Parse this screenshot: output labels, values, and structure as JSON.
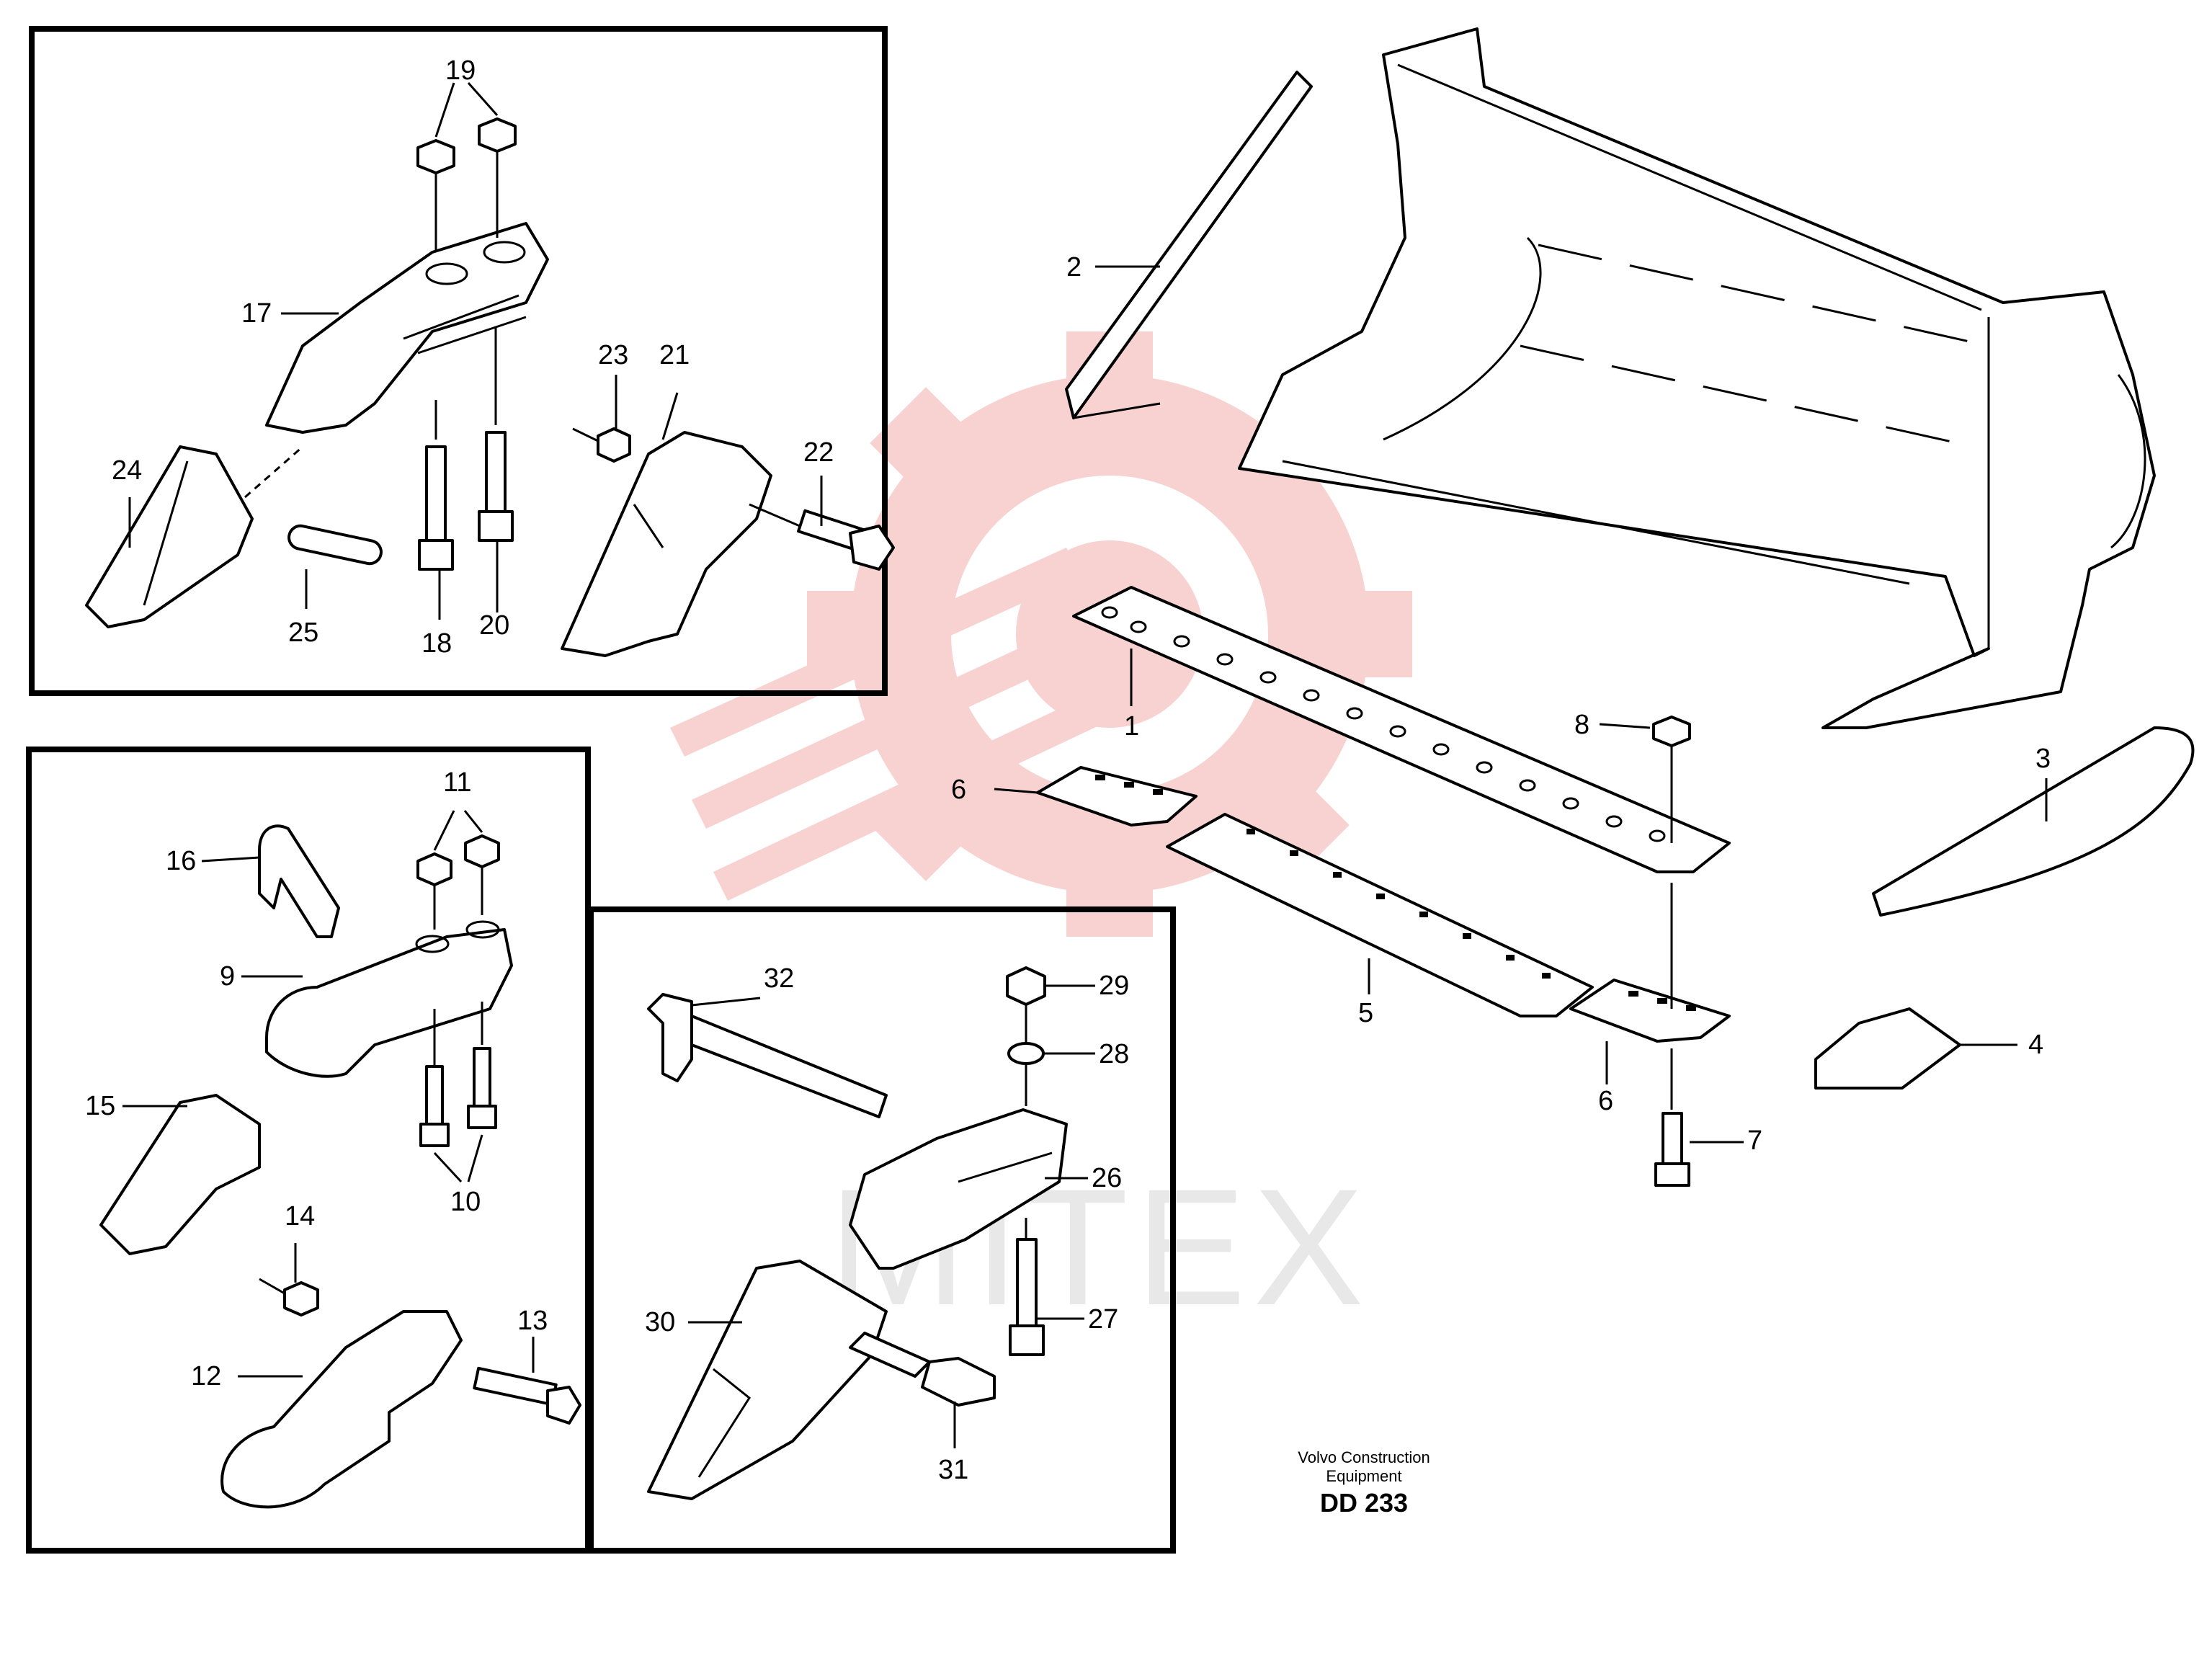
{
  "labels": {
    "p1": "1",
    "p2": "2",
    "p3": "3",
    "p4": "4",
    "p5": "5",
    "p6a": "6",
    "p6b": "6",
    "p7": "7",
    "p8": "8",
    "p9": "9",
    "p10": "10",
    "p11": "11",
    "p12": "12",
    "p13": "13",
    "p14": "14",
    "p15": "15",
    "p16": "16",
    "p17": "17",
    "p18": "18",
    "p19": "19",
    "p20": "20",
    "p21": "21",
    "p22": "22",
    "p23": "23",
    "p24": "24",
    "p25": "25",
    "p26": "26",
    "p27": "27",
    "p28": "28",
    "p29": "29",
    "p30": "30",
    "p31": "31",
    "p32": "32"
  },
  "credit": {
    "line1": "Volvo Construction",
    "line2": "Equipment",
    "code": "DD 233"
  },
  "watermark": {
    "text": "MITEX",
    "color": "#f7c9c9"
  }
}
